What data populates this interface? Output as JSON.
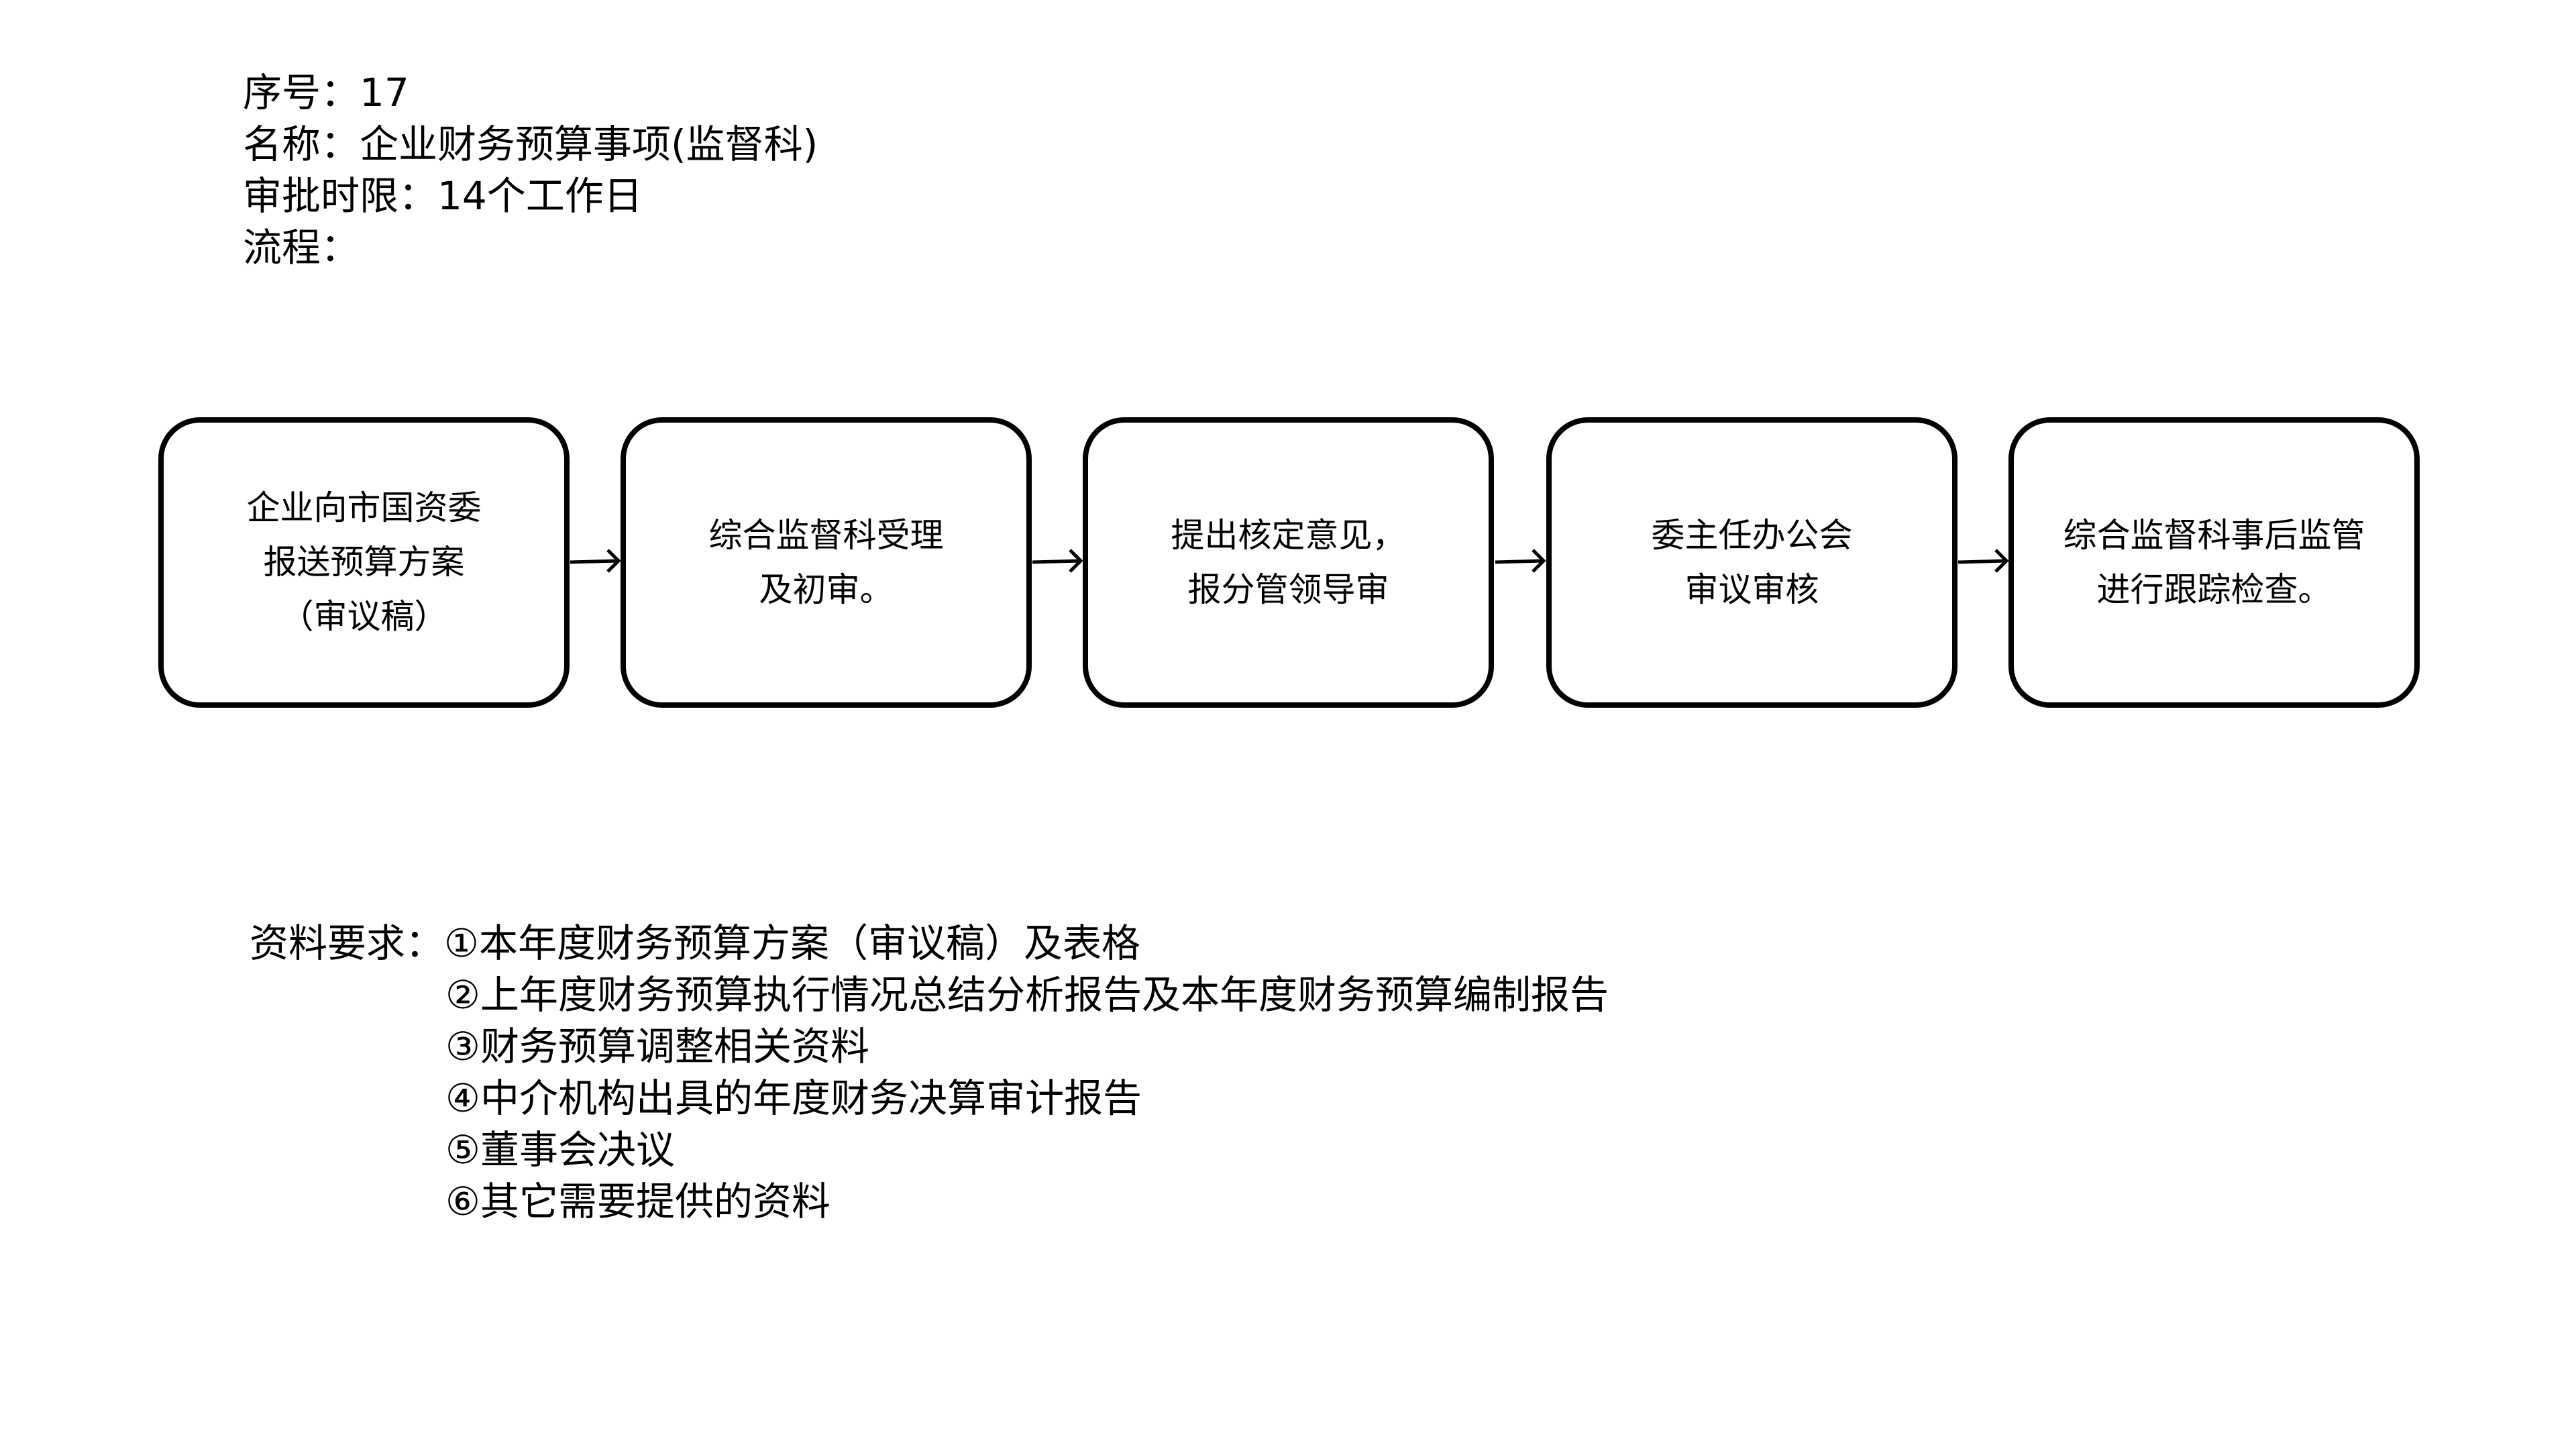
{
  "header": {
    "serial": "序号：17",
    "name": "名称：企业财务预算事项(监督科)",
    "time_limit": "审批时限：14个工作日",
    "process": "流程："
  },
  "flow": [
    {
      "lines": [
        "企业向市国资委",
        "报送预算方案",
        "（审议稿）"
      ]
    },
    {
      "lines": [
        "综合监督科受理",
        "及初审。"
      ]
    },
    {
      "lines": [
        "提出核定意见，",
        "报分管领导审"
      ]
    },
    {
      "lines": [
        "委主任办公会",
        "审议审核"
      ]
    },
    {
      "lines": [
        "综合监督科事后监管",
        "进行跟踪检查。"
      ]
    }
  ],
  "requirements": {
    "label": "资料要求：",
    "items": [
      "①本年度财务预算方案（审议稿）及表格",
      "②上年度财务预算执行情况总结分析报告及本年度财务预算编制报告",
      "③财务预算调整相关资料",
      "④中介机构出具的年度财务决算审计报告",
      "⑤董事会决议",
      "⑥其它需要提供的资料"
    ]
  }
}
